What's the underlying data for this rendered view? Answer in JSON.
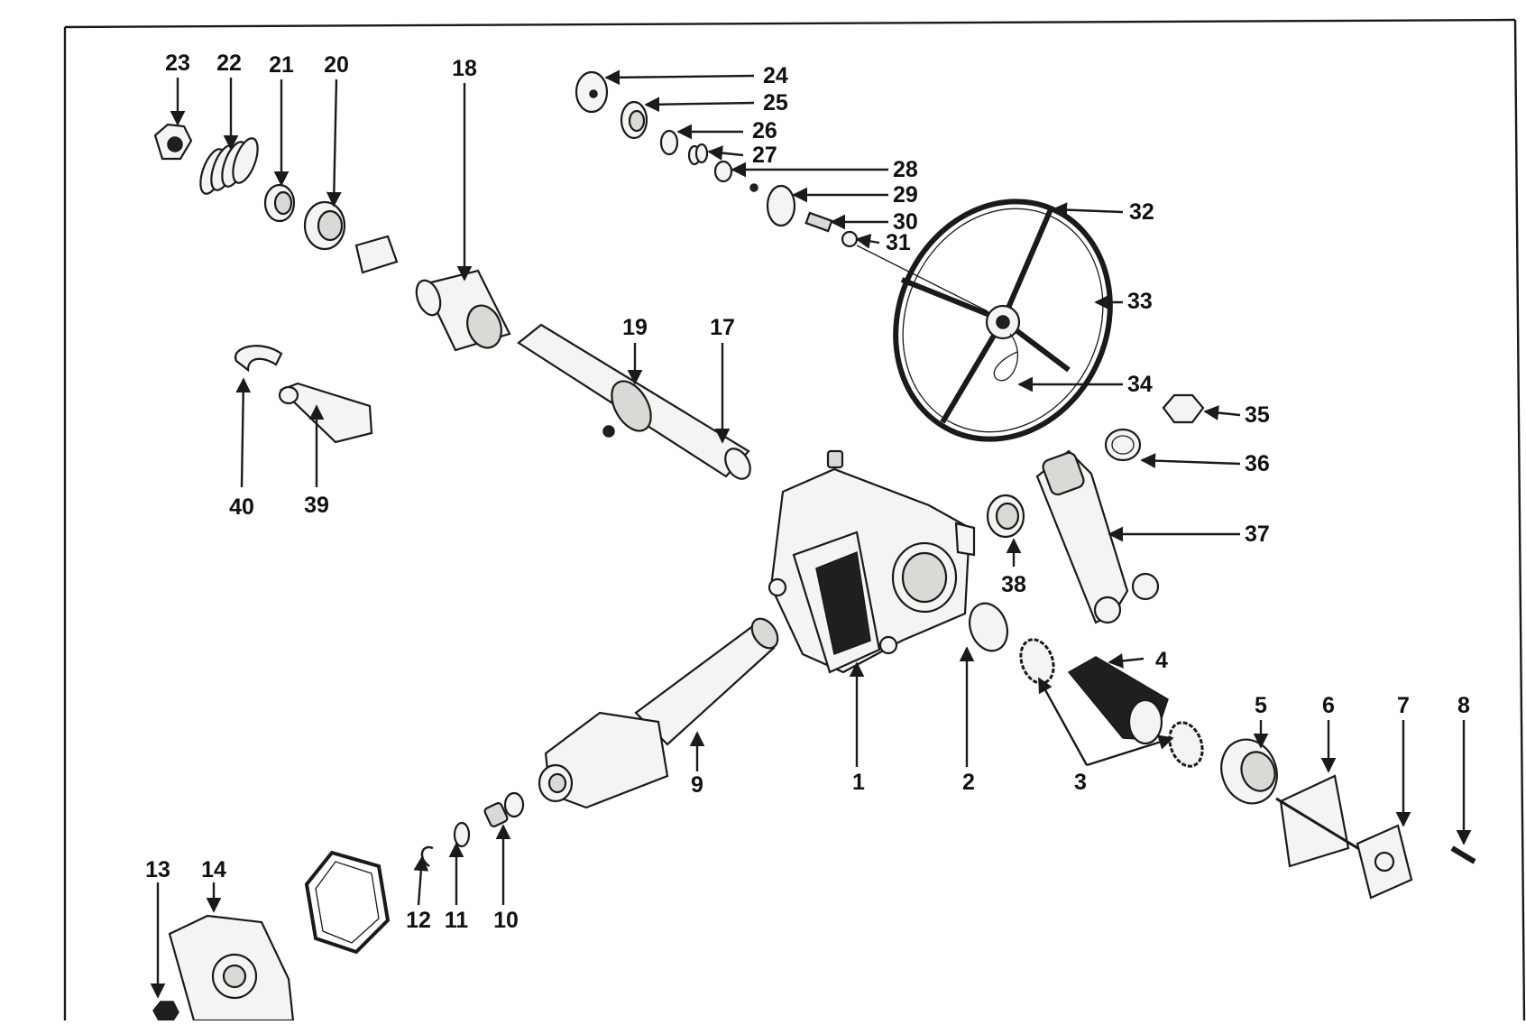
{
  "diagram": {
    "kind": "exploded-parts-view",
    "callouts": [
      {
        "id": "1",
        "label": "1"
      },
      {
        "id": "2",
        "label": "2"
      },
      {
        "id": "3",
        "label": "3"
      },
      {
        "id": "4",
        "label": "4"
      },
      {
        "id": "5",
        "label": "5"
      },
      {
        "id": "6",
        "label": "6"
      },
      {
        "id": "7",
        "label": "7"
      },
      {
        "id": "8",
        "label": "8"
      },
      {
        "id": "9",
        "label": "9"
      },
      {
        "id": "10",
        "label": "10"
      },
      {
        "id": "11",
        "label": "11"
      },
      {
        "id": "12",
        "label": "12"
      },
      {
        "id": "13",
        "label": "13"
      },
      {
        "id": "14",
        "label": "14"
      },
      {
        "id": "17",
        "label": "17"
      },
      {
        "id": "18",
        "label": "18"
      },
      {
        "id": "19",
        "label": "19"
      },
      {
        "id": "20",
        "label": "20"
      },
      {
        "id": "21",
        "label": "21"
      },
      {
        "id": "22",
        "label": "22"
      },
      {
        "id": "23",
        "label": "23"
      },
      {
        "id": "24",
        "label": "24"
      },
      {
        "id": "25",
        "label": "25"
      },
      {
        "id": "26",
        "label": "26"
      },
      {
        "id": "27",
        "label": "27"
      },
      {
        "id": "28",
        "label": "28"
      },
      {
        "id": "29",
        "label": "29"
      },
      {
        "id": "30",
        "label": "30"
      },
      {
        "id": "31",
        "label": "31"
      },
      {
        "id": "32",
        "label": "32"
      },
      {
        "id": "33",
        "label": "33"
      },
      {
        "id": "34",
        "label": "34"
      },
      {
        "id": "35",
        "label": "35"
      },
      {
        "id": "36",
        "label": "36"
      },
      {
        "id": "37",
        "label": "37"
      },
      {
        "id": "38",
        "label": "38"
      },
      {
        "id": "39",
        "label": "39"
      },
      {
        "id": "40",
        "label": "40"
      }
    ]
  }
}
